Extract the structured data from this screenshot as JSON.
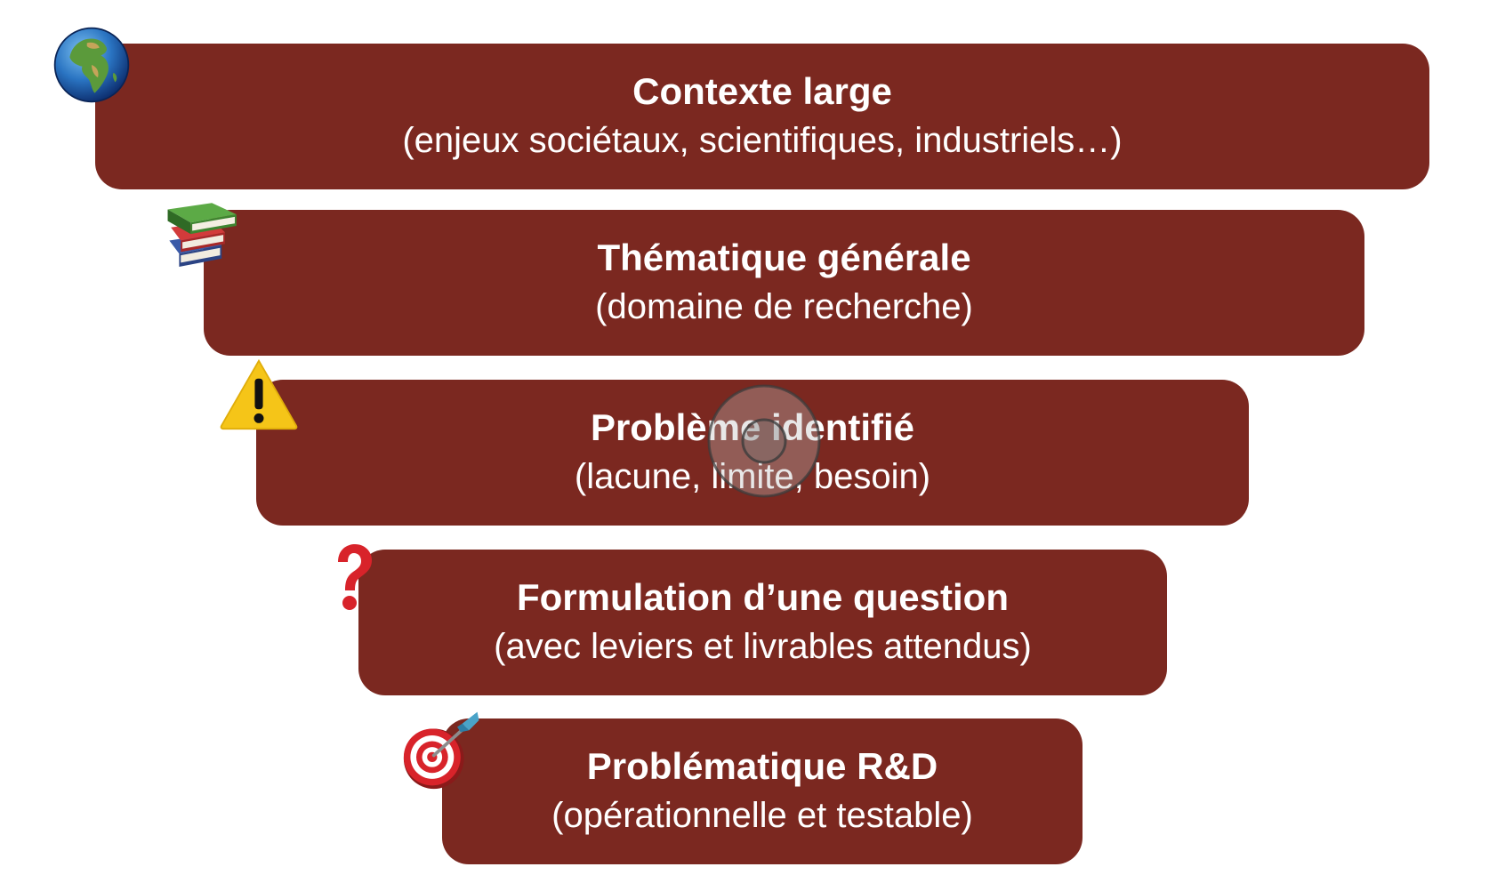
{
  "levels": [
    {
      "title": "Contexte large",
      "subtitle": "(enjeux sociétaux, scientifiques, industriels…)",
      "icon": "globe-icon"
    },
    {
      "title": "Thématique générale",
      "subtitle": "(domaine de recherche)",
      "icon": "books-icon"
    },
    {
      "title": "Problème identifié",
      "subtitle": "(lacune, limite, besoin)",
      "icon": "warning-icon"
    },
    {
      "title": "Formulation d’une question",
      "subtitle": "(avec leviers et livrables attendus)",
      "icon": "question-mark-icon"
    },
    {
      "title": "Problématique R&D",
      "subtitle": "(opérationnelle et testable)",
      "icon": "target-dart-icon"
    }
  ],
  "colors": {
    "box_fill": "#7b2820",
    "text": "#ffffff",
    "background": "#ffffff",
    "warning_yellow": "#f5c518",
    "question_red": "#d8232a"
  },
  "overlay": {
    "icon": "play-button-icon"
  }
}
